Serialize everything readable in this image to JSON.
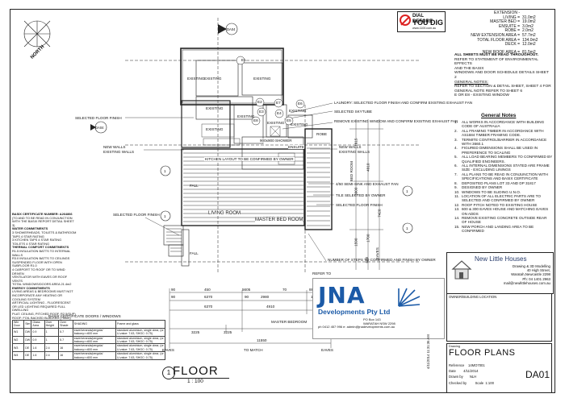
{
  "schedule": {
    "rows": [
      {
        "label": "EXTENSION -",
        "value": ""
      },
      {
        "label": "LIVING =",
        "value": "31.0m2"
      },
      {
        "label": "MASTER BED =",
        "value": "19.0m2"
      },
      {
        "label": "ENSUITE =",
        "value": "3.0m2"
      },
      {
        "label": "ROBE =",
        "value": "2.0m2"
      },
      {
        "label": "NEW EXTENSION AREA =",
        "value": "57.7m2"
      },
      {
        "label": "TOTAL FLOOR AREA =",
        "value": "134.0m2"
      },
      {
        "label": "DECK =",
        "value": "12.0m2"
      },
      {
        "label": "NEW ROOF AREA =",
        "value": "81.5m2"
      }
    ]
  },
  "dbyd": {
    "line1": "DIAL BEFORE",
    "line2": "YOU DIG",
    "line3": "www.1100.com.au"
  },
  "notes_top": [
    "ALL SHEETS MUST BE READ THROUGHOUT.",
    "",
    "REFER TO STATEMENT OF ENVIRONMENTAL EFFECTS",
    "AND THE BASIX",
    "",
    "WINDOWS AND DOOR SCHEDULE DETAILS SHEET 2",
    "",
    "GENERAL NOTES:",
    "REFER TO SECTION & DETAIL SHEET, SHEET 4 FOR",
    "GENERAL NOTE REFER TO SHEET 6",
    "",
    "E OR E8  - EXISTING WINDOW"
  ],
  "general_notes": {
    "title": "General Notes",
    "items": [
      "ALL WORKS IN ACCORDANCE WITH BUILDING CODE OF AUSTRALIA",
      "ALL FRAMING TIMBER IN ACCORDANCE WITH AS1684 TIMBER FRAMING CODE.",
      "TERMITE CONTROL/BARRIER IN ACCORDANCE WITH 3660.1",
      "FIGURED DIMENSIONS SHALL BE USED IN PREFERENCE TO SCALING",
      "ALL LOAD BEARING MEMBERS TO CONFIRMED BY QUALIFIED ENGINEERS.",
      "ALL INTERNAL DIMENSIONS STATED ARE FRAME SIZE - EXCLUDING LININGS",
      "ALL PLANS TO BE READ IN CONJUNCTION WITH SPECIFICATIONS AND BASIX CERTIFICATE",
      "DEPOSITED PLANS LOT 33 AND DP 31817",
      "DESIGNED BY OWNER",
      "WINDOWS TO BE SLIDING U.N.O.",
      "LOCATION OF ALL ELECTRIC PARTS ARE TO SELECTED AND CONFIRMED BY OWNER",
      "ROOF PITCH NOTED TO EXISTING HOUSE",
      "600 & 300 EAVES HOUSE AND MATCHING EAVES ON ADDS",
      "REMOVE EXISTING CONCRETE OUTSIDE REAR OF HOUSE",
      "NEW PORCH AND LANDING AREA TO BE CONFIRMED"
    ]
  },
  "plan": {
    "north": "NORTH",
    "rooms": [
      "EXISTING",
      "EXISTING",
      "EXISTING",
      "EXISTING",
      "EXISTING",
      "EXISTING",
      "EXISTING",
      "EXISTING",
      "EXISTING"
    ],
    "living": "LIVING ROOM",
    "master": "MASTER BED ROOM",
    "robe": "ROBE",
    "ensuite": "ENSUITE",
    "bed_room": "BED ROOM",
    "eaves": [
      "EAVES",
      "EAVES",
      "EAVES"
    ],
    "to_match": "TO MATCH",
    "master_dim_label": "MASTER BEDROOM",
    "da04": [
      "DA04",
      "DA04"
    ],
    "window_tags": [
      "E1",
      "E2",
      "E3",
      "E4",
      "E5",
      "E6",
      "E7",
      "E8"
    ],
    "callouts_left": [
      "SELECTED FLOOR FINISH",
      "NEW WALLS",
      "EXISTING WALLS",
      "SELECTED FLOOR FINISH"
    ],
    "callouts_right": [
      "LAUNDRY: SELECTED FLOOR FINISH AND CONFIRM EXISTING EXHAUST FAN",
      "SELECTED SKYTUBE",
      "REMOVE EXISTING WINDOW AND CONFIRM EXISTING EXHAUST FAN",
      "NEW WALLS",
      "EXISTING WALLS",
      "4/50 SEMI-SINK AND EXHAUST FAN",
      "TILE SELECTED BY OWNER",
      "SELECTED FLOOR FINISH",
      "NUMBER OF STEPS TO CONFIRMED AND FINISH BY OWNER"
    ],
    "kitchen_note": "KITCHEN LAYOUT TO BE CONFIRMED BY OWNER",
    "shower_note": "900x900 SHOWER",
    "fall": [
      "FALL",
      "FALL"
    ],
    "dims_top": [
      "90",
      "450",
      "5605",
      "70",
      "880"
    ],
    "dims_row2": [
      "6370",
      "90",
      "2980",
      "90",
      "1840"
    ],
    "dims_row3": [
      "6370",
      "4910"
    ],
    "dims_bottom": [
      "3225",
      "3225"
    ],
    "dim_total": "11550",
    "dims_right": [
      "1815",
      "3900",
      "1590",
      "4910",
      "1700",
      "600",
      "7420",
      "EAVES"
    ],
    "markers": [
      "1",
      "1",
      "1",
      "1"
    ]
  },
  "basix": {
    "title": "BASIX CERTIFICATE NUMBER: A264866",
    "lines": [
      "(TO AND TO BE READ IN CONJUNCTION WITH THE BASIX REPORT DETAIL SHEET 3)",
      "WATER COMMITMENTS",
      "3     SHOWERHEADS, TOILETS & BATHROOM",
      "TAPS 4 STAR RATING",
      "3     KITCHEN TAPS 4 STAR RATING",
      "       TOILETS 4 STAR RATING",
      "THERMAL COMFORT COMMITMENTS",
      "R1.5 INSULATION BATTS TO INTERNAL WALLS",
      "R3.0 INSULATION BATTS TO CEILINGS",
      "SUSPENDED FLOOR WITH OPEN SUBFLOOR R1.0",
      "4     CARPORT TO ROOF OR TO WIND DRIVEN",
      "VENTILATOR WITH EAVES OR ROOF VENTS",
      "TOTAL WINDOWS/DOORS AREA 21.4m2",
      "ENERGY COMMITMENTS",
      "LIVING AREAS & BEDROOMS MUST NOT",
      "INCORPORATE ANY HEATING OR COOLING SYSTEM",
      "ARTIFICIAL LIGHTING - FLUORESCENT",
      "OR LED LIGHTING REQUIRED FULL DWELLING",
      "PLAT. CEILING, PITCHED ROOF, R2.5/SUP)",
      "ROOF: FOIL BACKED BLACKED (75mm)"
    ]
  },
  "windows": {
    "title": "BASIX CERTIFICATE DOORS / WINDOWS",
    "headers": [
      "Win Door",
      "Sim",
      "Glass Area",
      "Over Height",
      "Over Shade",
      "SHADING",
      "Frame and glass"
    ],
    "rows": [
      [
        "W1",
        "DW",
        "0.9",
        "1",
        "5.7",
        "eave/veranda/pergola/ balcony>=600 mm",
        "standard aluminium, single clear, (or U-value: 7.63, SHGC: 0.75)"
      ],
      [
        "W2",
        "DW",
        "0.9",
        "1",
        "5.7",
        "eave/veranda/pergola/ balcony>=600 mm",
        "standard aluminium, single clear, (or U-value: 7.63, SHGC: 0.75)"
      ],
      [
        "W3",
        "DE",
        "1.6",
        "2.4",
        "16",
        "eave/veranda/pergola/ balcony>=600 mm",
        "standard aluminium, single clear, (or U-value: 7.63, SHGC: 0.75)"
      ],
      [
        "W4",
        "DE",
        "1.6",
        "2.4",
        "16",
        "eave/veranda/pergola/ balcony>=600 mm",
        "standard aluminium, single clear, (or U-value: 7.63, SHGC: 0.75)"
      ]
    ]
  },
  "jna": {
    "big": "JNA",
    "sub": "Developments Pty Ltd",
    "addr": [
      "PO Box 143",
      "WARATAH NSW 2298",
      "ph 0412 457 996  e: admin@jnadevelopments.com.au"
    ],
    "refer": "REFER TO"
  },
  "nlh": {
    "title": "New Little Houses",
    "lines": [
      "Drawing & 3D Modelling",
      "40 High Street,",
      "Waratah,Newcastle 2298",
      "Ph: 04 1401 2963",
      "mail@newlittlehouses.com.au"
    ],
    "location": "OWNER/BUILDING LOCATION"
  },
  "title_block": {
    "drawing_label": "Drawing",
    "title": "FLOOR PLANS",
    "reference_label": "Reference",
    "reference": "14MO7001",
    "date_label": "Date",
    "date": "4/11/2014",
    "drawn_label": "Drawn by",
    "drawn": "NLH",
    "checked_label": "Checked by",
    "scale_label": "Scale",
    "scale": "1:100",
    "sheet": "DA01",
    "side": "4/11/2014 11:31:36 AM"
  },
  "floor": {
    "number": "1",
    "title": "FLOOR",
    "scale": "1 : 100"
  }
}
